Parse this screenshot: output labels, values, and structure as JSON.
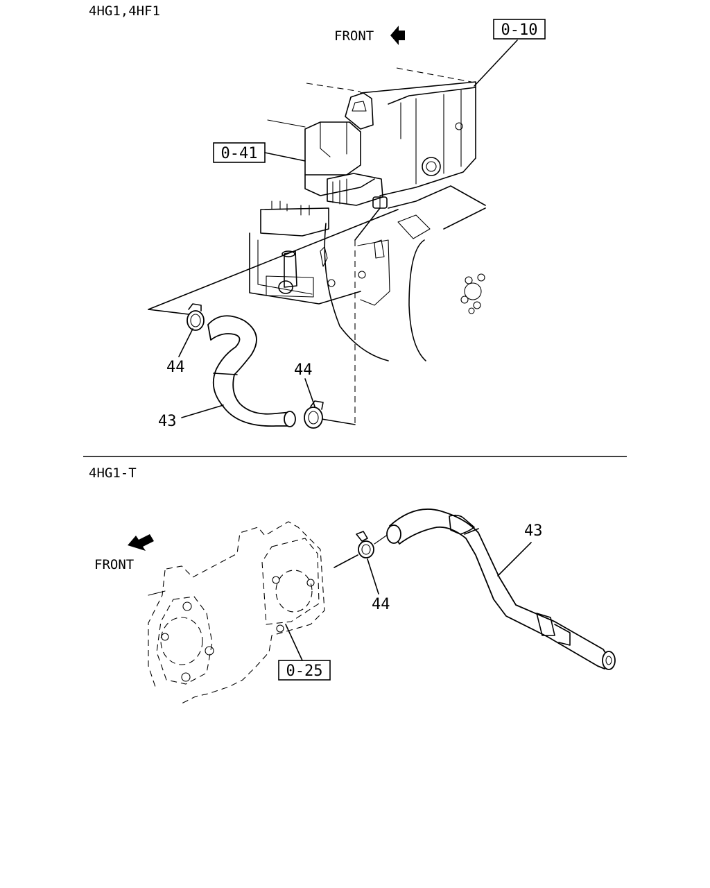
{
  "top_section": {
    "variant_label": "4HG1,4HF1",
    "front_label": "FRONT",
    "refs": {
      "ref_010": "0-10",
      "ref_041": "0-41"
    },
    "callouts": {
      "clamp_left": "44",
      "clamp_right": "44",
      "hose": "43"
    }
  },
  "bottom_section": {
    "variant_label": "4HG1-T",
    "front_label": "FRONT",
    "refs": {
      "ref_025": "0-25"
    },
    "callouts": {
      "clamp": "44",
      "hose": "43"
    }
  }
}
